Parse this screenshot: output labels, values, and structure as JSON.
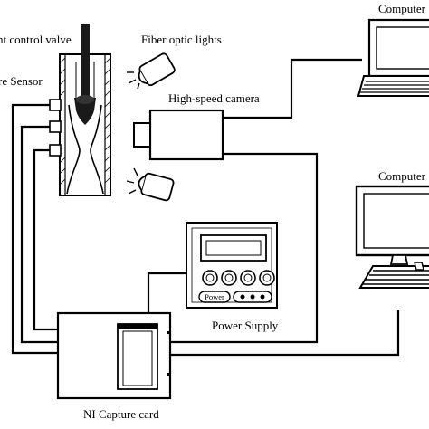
{
  "labels": {
    "control_valve": "nt control valve",
    "pressure_sensor": "re Sensor",
    "fiber_optic_lights": "Fiber optic lights",
    "high_speed_camera": "High-speed camera",
    "power_supply": "Power Supply",
    "power_button": "Power",
    "ni_capture_card": "NI Capture card",
    "computer_top": "Computer",
    "computer_bottom": "Computer"
  }
}
